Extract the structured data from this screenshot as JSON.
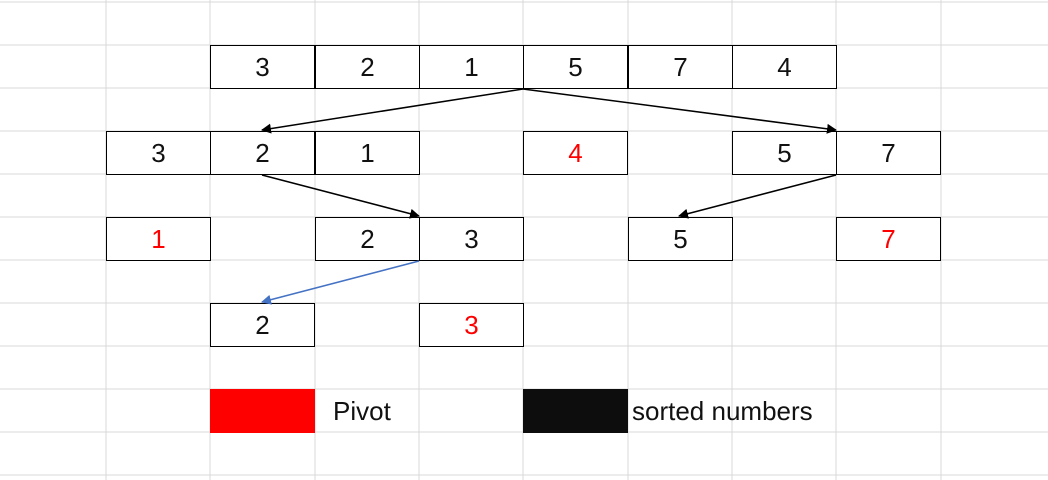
{
  "rows": {
    "row1": [
      "3",
      "2",
      "1",
      "5",
      "7",
      "4"
    ],
    "row2_left": [
      "3",
      "2",
      "1"
    ],
    "row2_pivot": "4",
    "row2_right": [
      "5",
      "7"
    ],
    "row3_pivot_left": "1",
    "row3_mid": [
      "2",
      "3"
    ],
    "row3_right": "5",
    "row3_pivot_right": "7",
    "row4_left": "2",
    "row4_pivot": "3"
  },
  "legend": {
    "pivot_label": "Pivot",
    "sorted_label": "sorted numbers"
  },
  "colors": {
    "pivot": "#ff0000",
    "sorted": "#0d0d0d",
    "arrow_black": "#000000",
    "arrow_blue": "#4472c4",
    "gridline": "#d9d9d9"
  }
}
